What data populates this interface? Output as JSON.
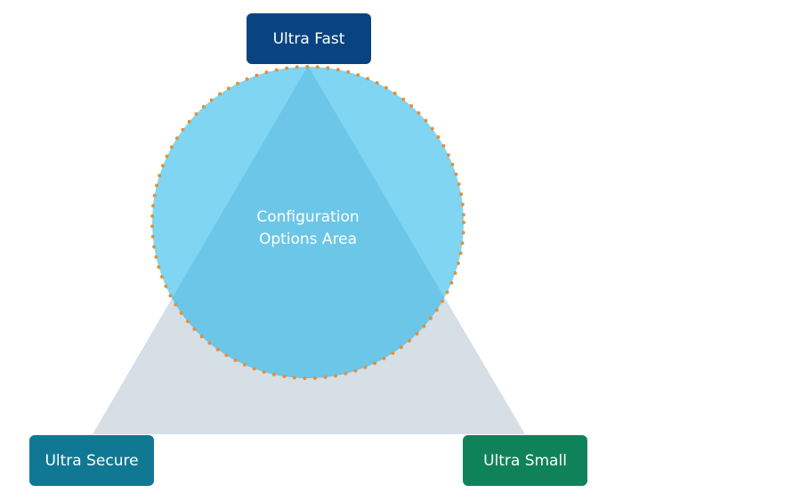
{
  "nodes": {
    "top": {
      "label": "Ultra Fast",
      "color": "#0a4480"
    },
    "bottom_left": {
      "label": "Ultra Secure",
      "color": "#117894"
    },
    "bottom_right": {
      "label": "Ultra Small",
      "color": "#10825a"
    }
  },
  "center": {
    "line1": "Configuration",
    "line2": "Options Area"
  },
  "colors": {
    "triangle": "#d6dee6",
    "circle": "#80d6f2",
    "overlap": "#6cc6e8",
    "dotted_border": "#e0913f"
  }
}
